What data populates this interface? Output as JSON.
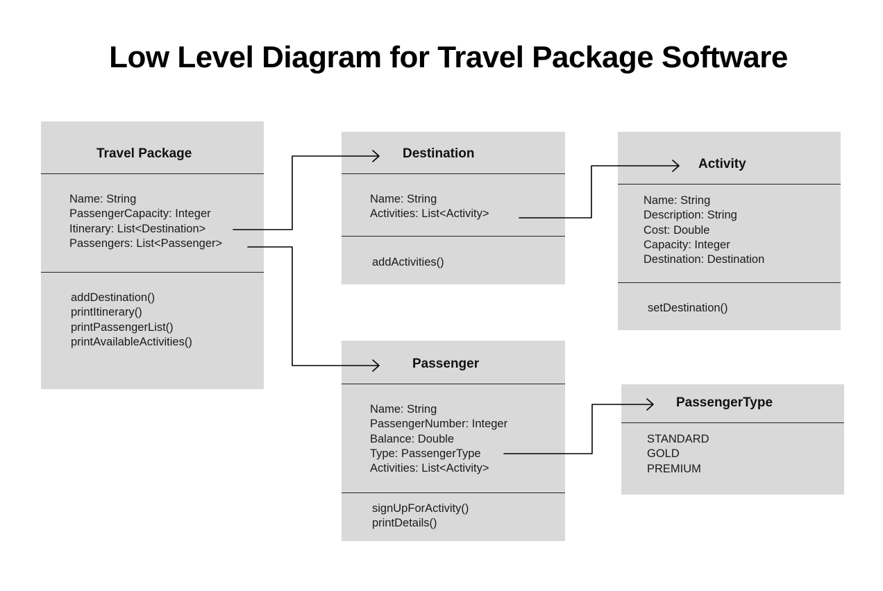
{
  "title": "Low Level Diagram for Travel Package Software",
  "classes": {
    "travel_package": {
      "name": "Travel Package",
      "attributes": [
        "Name: String",
        "PassengerCapacity: Integer",
        "Itinerary: List<Destination>",
        "Passengers: List<Passenger>"
      ],
      "methods": [
        "addDestination()",
        "printItinerary()",
        "printPassengerList()",
        "printAvailableActivities()"
      ]
    },
    "destination": {
      "name": "Destination",
      "attributes": [
        "Name: String",
        "Activities: List<Activity>"
      ],
      "methods": [
        "addActivities()"
      ]
    },
    "activity": {
      "name": "Activity",
      "attributes": [
        "Name: String",
        "Description: String",
        "Cost: Double",
        "Capacity: Integer",
        "Destination: Destination"
      ],
      "methods": [
        "setDestination()"
      ]
    },
    "passenger": {
      "name": "Passenger",
      "attributes": [
        "Name: String",
        "PassengerNumber: Integer",
        "Balance: Double",
        "Type: PassengerType",
        "Activities: List<Activity>"
      ],
      "methods": [
        "signUpForActivity()",
        "printDetails()"
      ]
    },
    "passenger_type": {
      "name": "PassengerType",
      "values": [
        "STANDARD",
        "GOLD",
        "PREMIUM"
      ]
    }
  },
  "colors": {
    "box_fill": "#d9d9d9",
    "line": "#000000"
  }
}
